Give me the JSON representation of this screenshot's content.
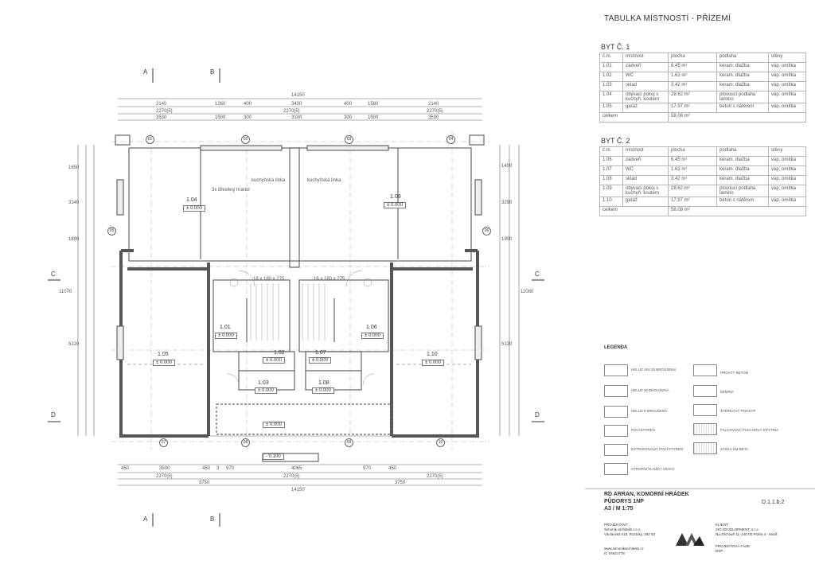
{
  "plan": {
    "sections": {
      "a_top": "A",
      "b_top": "B",
      "c_left": "C",
      "c_right": "C",
      "d_left": "D",
      "d_right": "D",
      "a_bottom": "A",
      "b_bottom": "B"
    },
    "dims_top": {
      "total": "14150",
      "r1": [
        "2140",
        "1260",
        "400",
        "3400",
        "400",
        "1580",
        "2140"
      ],
      "r2": [
        "2270(5)",
        "2270(5)",
        "2270(5)"
      ],
      "r3": [
        "3530",
        "1500",
        "300",
        "3100",
        "300",
        "1500",
        "3530"
      ]
    },
    "dims_bottom": {
      "total": "14150",
      "r1": [
        "450",
        "3500",
        "450",
        "3",
        "970",
        "4065",
        "970",
        "450"
      ],
      "r2": [
        "2270(5)",
        "2270(5)",
        "2270(5)"
      ],
      "r3": [
        "3750",
        "3750"
      ]
    },
    "dims_left": [
      "1650",
      "3140",
      "1890",
      "5120",
      "11070"
    ],
    "dims_right": [
      "1400",
      "3290",
      "1900",
      "5120",
      "11080"
    ],
    "axes": [
      "01",
      "02",
      "03",
      "04",
      "05",
      "06",
      "07",
      "08",
      "09",
      "10"
    ],
    "rooms": [
      {
        "num": "1.04",
        "lvl": "± 0.000"
      },
      {
        "num": "1.09",
        "lvl": "± 0.000"
      },
      {
        "num": "1.01",
        "lvl": "± 0.000"
      },
      {
        "num": "1.06",
        "lvl": "± 0.000"
      },
      {
        "num": "1.05",
        "lvl": "± 0.000"
      },
      {
        "num": "1.10",
        "lvl": "± 0.000"
      },
      {
        "num": "1.02",
        "lvl": "± 0.000"
      },
      {
        "num": "1.07",
        "lvl": "± 0.000"
      },
      {
        "num": "1.03",
        "lvl": "± 0.000"
      },
      {
        "num": "1.08",
        "lvl": "± 0.000"
      }
    ],
    "entry_lvl": "± 0.000",
    "outside_lvl": "- 0.100",
    "notes": {
      "stair_l": "16 x 180 x 275",
      "stair_r": "16 x 180 x 275",
      "kitchen_l": "kuchyňská linka",
      "kitchen_r": "kuchyňská linka",
      "wood": "3x dřevěný hranol"
    }
  },
  "side": {
    "title": "TABULKA MÍSTNOSTÍ - PŘÍZEMÍ",
    "byt1": "BYT Č. 1",
    "byt2": "BYT Č. 2",
    "headers": [
      "č.m.",
      "místnost",
      "plocha",
      "podlaha",
      "stěny"
    ],
    "rows1": [
      [
        "1.01",
        "zádveří",
        "6.45 m²",
        "keram. dlažba",
        "váp. omítka"
      ],
      [
        "1.02",
        "WC",
        "1.62 m²",
        "keram. dlažba",
        "váp. omítka"
      ],
      [
        "1.03",
        "sklad",
        "3.42 m²",
        "keram. dlažba",
        "váp. omítka"
      ],
      [
        "1.04",
        "obývací pokoj s kuchyň. koutem",
        "28.62 m²",
        "plovoucí podlaha lamino",
        "váp. omítka"
      ],
      [
        "1.05",
        "garáž",
        "17.97 m²",
        "beton s nátěrem",
        "váp. omítka"
      ]
    ],
    "total1": [
      "celkem",
      "58.08 m²"
    ],
    "rows2": [
      [
        "1.06",
        "zádveří",
        "6.45 m²",
        "keram. dlažba",
        "váp. omítka"
      ],
      [
        "1.07",
        "WC",
        "1.62 m²",
        "keram. dlažba",
        "váp. omítka"
      ],
      [
        "1.08",
        "sklad",
        "3.42 m²",
        "keram. dlažba",
        "váp. omítka"
      ],
      [
        "1.09",
        "obývací pokoj s kuchyň. koutem",
        "28.62 m²",
        "plovoucí podlaha lamino",
        "váp. omítka"
      ],
      [
        "1.10",
        "garáž",
        "17.97 m²",
        "beton s nátěrem",
        "váp. omítka"
      ]
    ],
    "total2": [
      "celkem",
      "58.08 m²"
    ],
    "legend_title": "LEGENDA",
    "legend_left": [
      "HELUZ UNI 25 BROUŠENÁ",
      "HELUZ 30 BROUŠENÁ",
      "HELUZ 8 BROUŠENÁ",
      "POLYSTYREN",
      "EXTRUDOVANÝ POLYSTYREN",
      "STROPNÍ VLOŽKY MIAKO"
    ],
    "legend_right": [
      "PROSTÝ BETON",
      "ZEMINA",
      "ŠTĚRKOVÝ PODSYP",
      "FALCOVANÁ PLECHOVÁ KRYTINA",
      "ZÁŠKA KM BETA"
    ],
    "project_title": "RD ARRAN, KOMORNÍ HRÁDEK",
    "drawing": "PŮDORYS 1NP",
    "scale": "A3 / M 1:75",
    "code": "D.1.1.b.2",
    "designer_label": "PROJEKTANT:",
    "designer": [
      "Šimonik architekti s.r.o.",
      "Václavská 418, Roztoky, 252 63",
      "www.simonikarchitekti.cz",
      "IČ 04621778"
    ],
    "client_label": "KLIENT:",
    "client": [
      "SIG DEVELOPMENT, s.r.o.",
      "Na Zlíchově 11, 140 00 Praha 4 - Modř."
    ],
    "phase_label": "PROJEKTOVÁ FÁZE:",
    "phase": "DSP",
    "logo_letters": "NA",
    "colors": {
      "line": "#555555",
      "wall": "#666666",
      "text": "#333333"
    }
  }
}
